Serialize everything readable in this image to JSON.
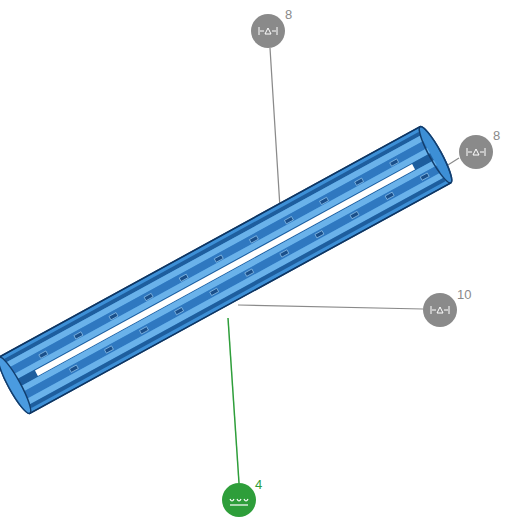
{
  "diagram": {
    "labels": [
      "8",
      "8",
      "10",
      "4"
    ]
  }
}
